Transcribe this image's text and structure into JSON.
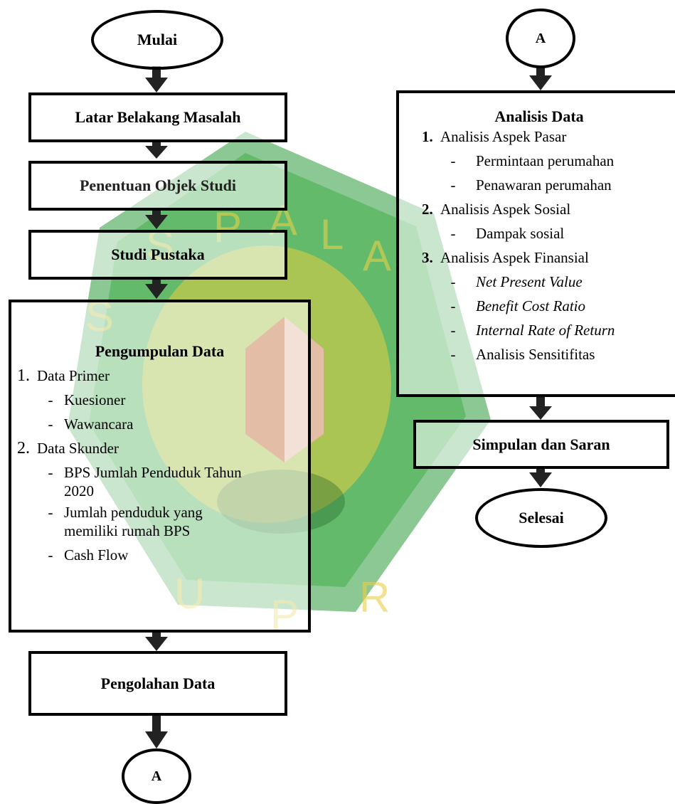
{
  "watermark": {
    "text": "UNIVERSITAS PALANGKA RAYA",
    "letters": "U P R",
    "colors": {
      "green": "#2e9b3a",
      "yellow": "#f2d03b",
      "red": "#d8262b",
      "dark": "#1f5e24"
    }
  },
  "left": {
    "start": "Mulai",
    "step1": "Latar Belakang Masalah",
    "step2": "Penentuan Objek Studi",
    "step3": "Studi Pustaka",
    "collect": {
      "title": "Pengumpulan Data",
      "groups": [
        {
          "num": "1.",
          "label": "Data Primer",
          "items": [
            "Kuesioner",
            "Wawancara"
          ]
        },
        {
          "num": "2.",
          "label": "Data Skunder",
          "items": [
            "BPS Jumlah Penduduk Tahun 2020",
            "Jumlah penduduk yang memiliki rumah BPS",
            "Cash Flow"
          ]
        }
      ]
    },
    "step5": "Pengolahan Data",
    "connector": "A"
  },
  "right": {
    "connector": "A",
    "analysis": {
      "title": "Analisis Data",
      "groups": [
        {
          "num": "1.",
          "label": "Analisis Aspek Pasar",
          "items": [
            "Permintaan perumahan",
            "Penawaran perumahan"
          ]
        },
        {
          "num": "2.",
          "label": "Analisis Aspek Sosial",
          "items": [
            "Dampak sosial"
          ]
        },
        {
          "num": "3.",
          "label": "Analisis Aspek Finansial",
          "items": [
            "Net Present Value",
            "Benefit Cost Ratio",
            "Internal Rate of Return",
            "Analisis Sensitifitas"
          ]
        }
      ]
    },
    "conclusion": "Simpulan dan Saran",
    "end": "Selesai"
  }
}
